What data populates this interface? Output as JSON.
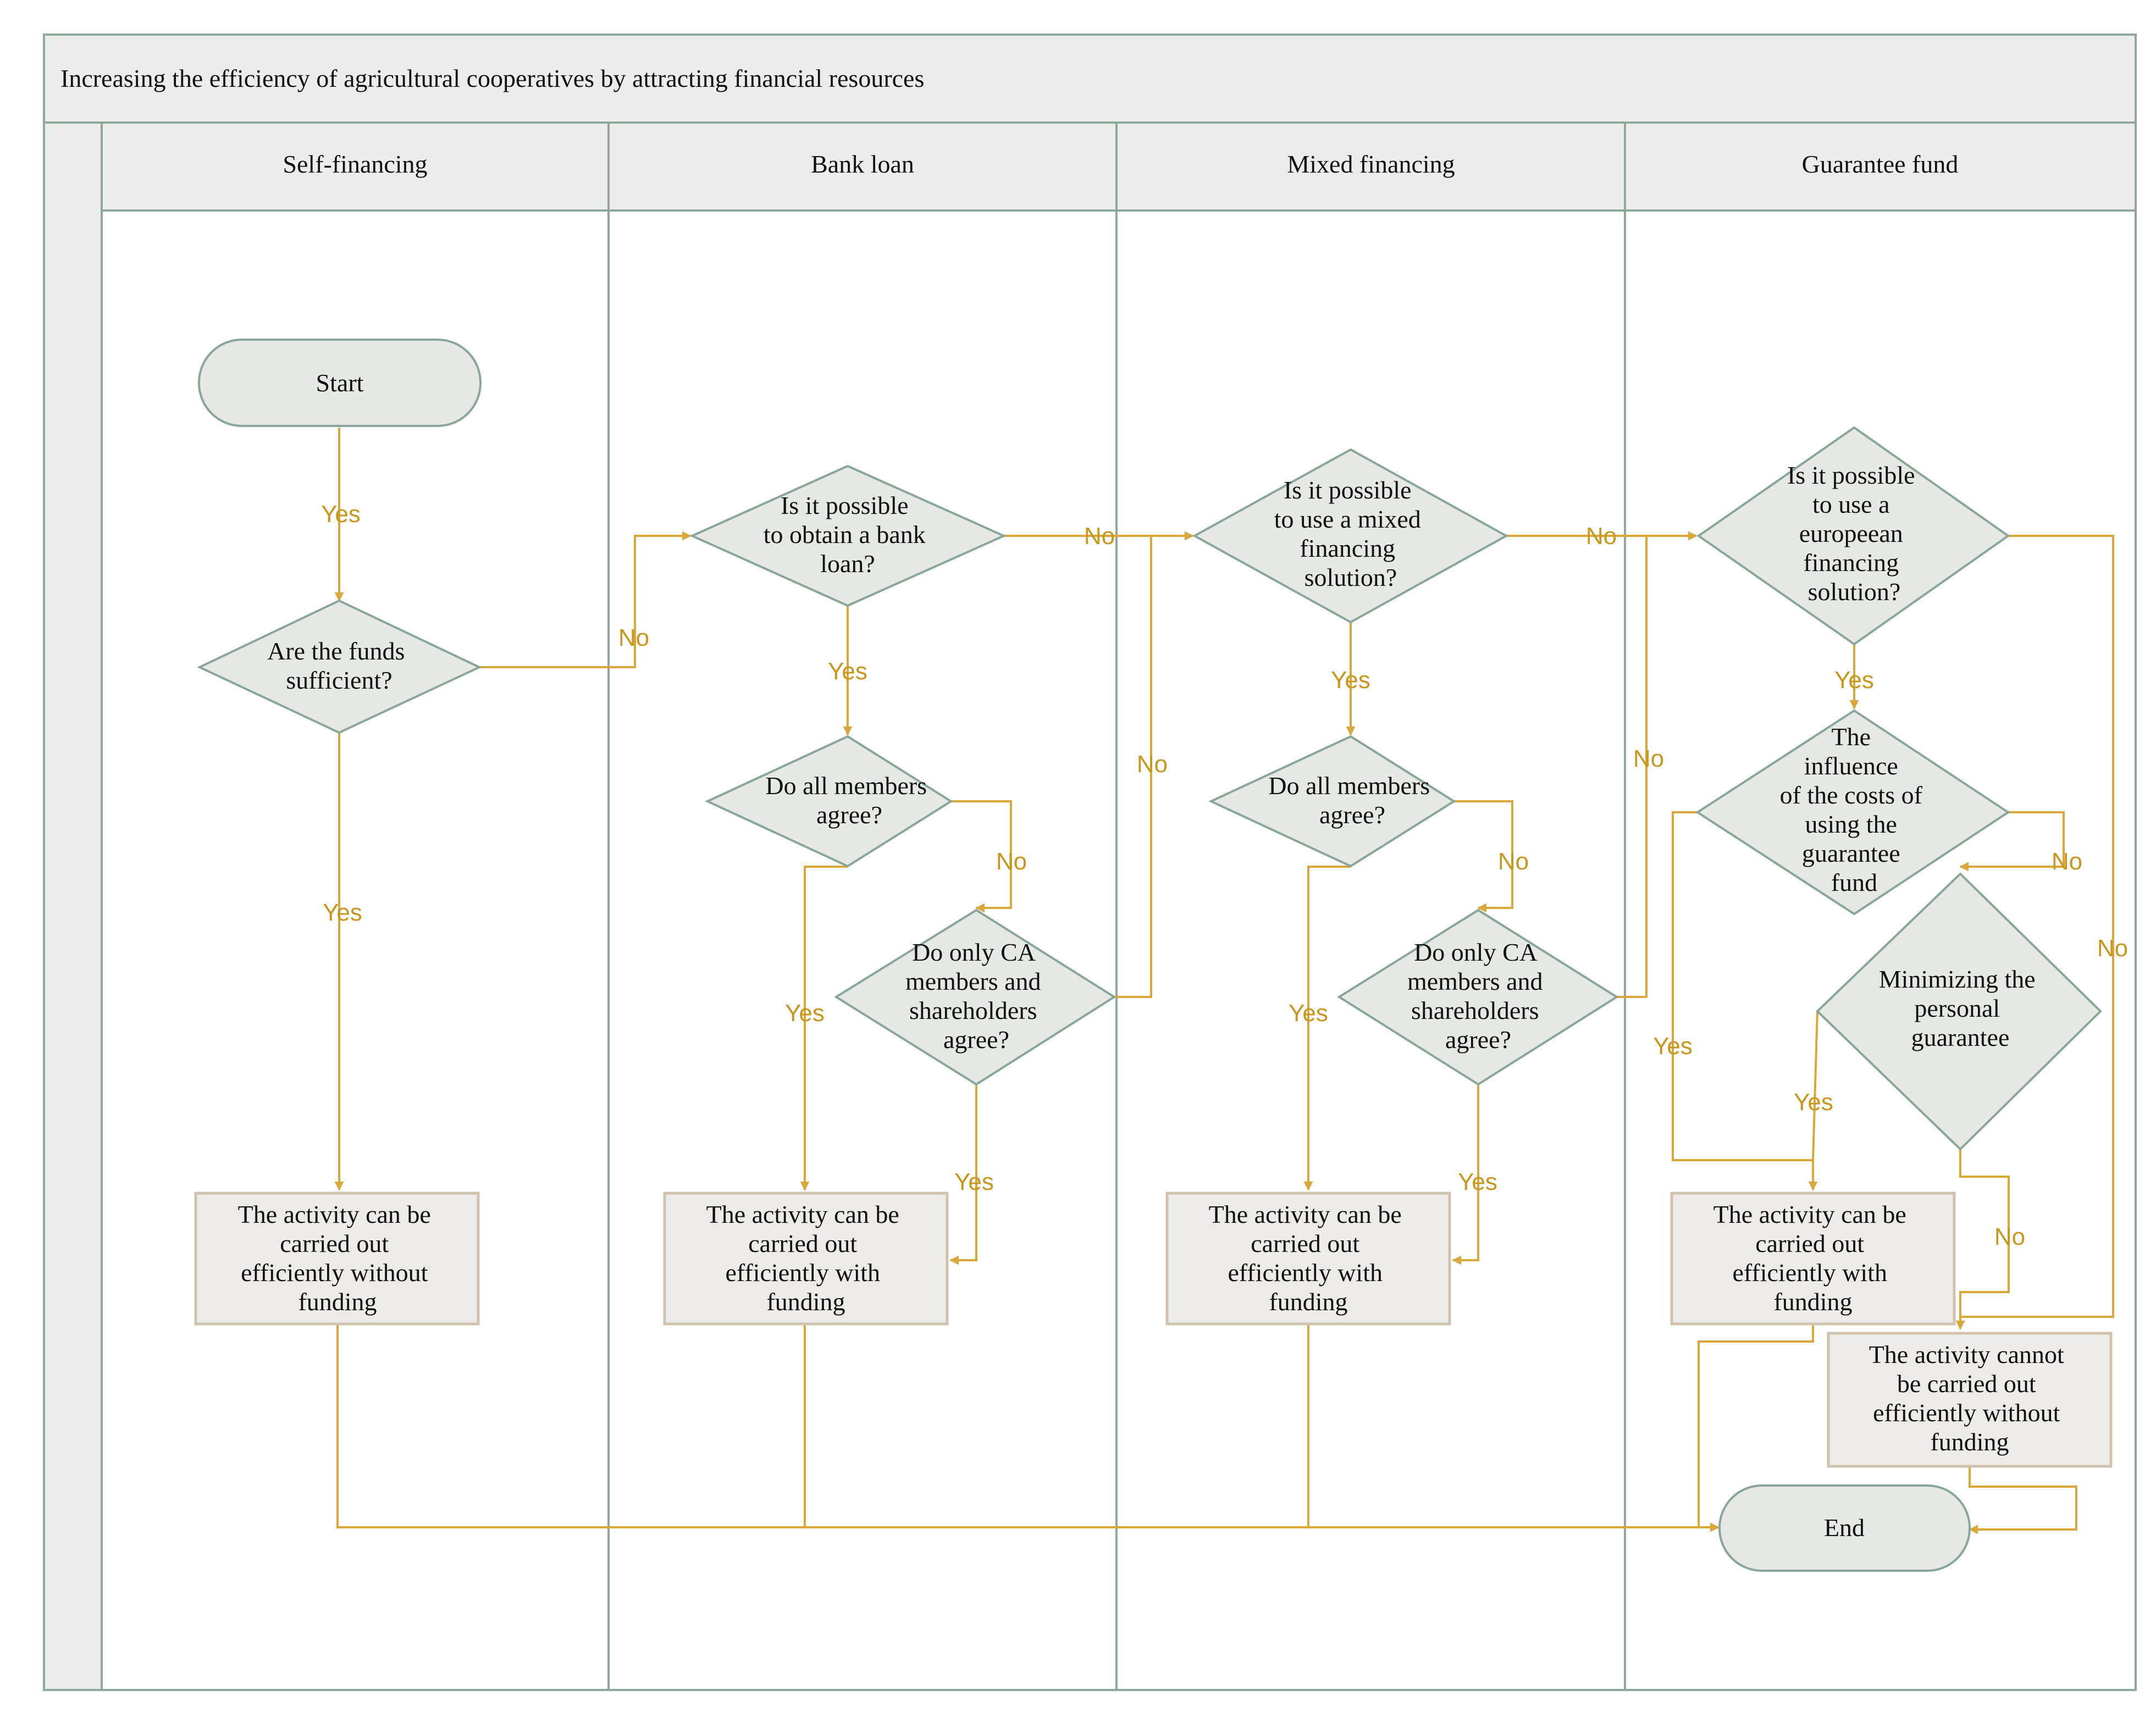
{
  "title": "Increasing the efficiency of agricultural cooperatives by attracting financial resources",
  "lanes": [
    "Self-financing",
    "Bank loan",
    "Mixed financing",
    "Guarantee fund"
  ],
  "nodes": {
    "start": "Start",
    "end": "End",
    "funds_sufficient": [
      "Are the funds",
      "sufficient?"
    ],
    "bank_loan_possible": [
      "Is it possible",
      "to obtain a bank",
      "loan?"
    ],
    "bank_members_agree": [
      "Do all members",
      "agree?"
    ],
    "bank_ca_agree": [
      "Do only CA",
      "members and",
      "shareholders",
      "agree?"
    ],
    "mixed_possible": [
      "Is it possible",
      "to use a mixed",
      "financing",
      "solution?"
    ],
    "mixed_members_agree": [
      "Do all members",
      "agree?"
    ],
    "mixed_ca_agree": [
      "Do only CA",
      "members and",
      "shareholders",
      "agree?"
    ],
    "european_possible": [
      "Is it possible",
      "to use a",
      "europeean",
      "financing",
      "solution?"
    ],
    "guarantee_costs": [
      "The",
      "influence",
      "of the costs of",
      "using the",
      "guarantee",
      "fund"
    ],
    "minimize_guarantee": [
      "Minimizing the",
      "personal",
      "guarantee"
    ],
    "result_self": [
      "The activity can be",
      "carried out",
      "efficiently without",
      "funding"
    ],
    "result_bank": [
      "The activity can be",
      "carried out",
      "efficiently with",
      "funding"
    ],
    "result_mixed": [
      "The activity can be",
      "carried out",
      "efficiently with",
      "funding"
    ],
    "result_guarantee": [
      "The activity can be",
      "carried out",
      "efficiently with",
      "funding"
    ],
    "result_cannot": [
      "The activity cannot",
      "be carried out",
      "efficiently without",
      "funding"
    ]
  },
  "connector_labels": {
    "yes": "Yes",
    "no": "No"
  },
  "colors": {
    "lane_border": "#8fa89c",
    "header_fill": "#ececec",
    "shape_fill": "#e6e8e4",
    "connector": "#d8a93a",
    "connector_text": "#c8971e"
  }
}
